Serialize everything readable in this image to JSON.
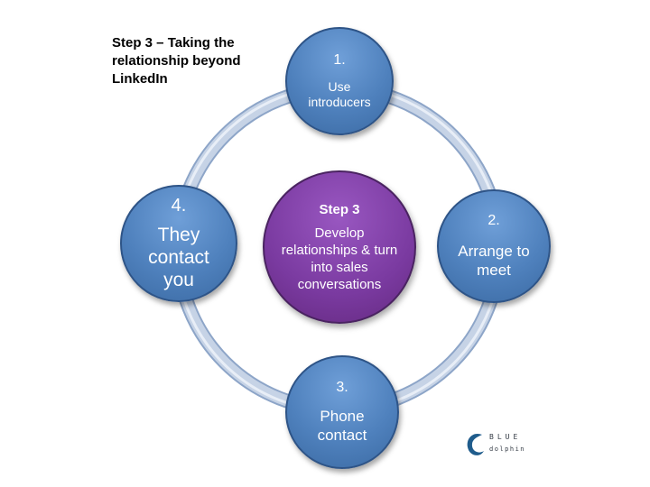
{
  "title": "Step 3 – Taking the relationship beyond LinkedIn",
  "center": {
    "title": "Step 3",
    "label": "Develop relationships & turn into sales conversations"
  },
  "nodes": [
    {
      "number": "1.",
      "label": "Use introducers"
    },
    {
      "number": "2.",
      "label": "Arrange to meet"
    },
    {
      "number": "3.",
      "label": "Phone contact"
    },
    {
      "number": "4.",
      "label": "They contact you"
    }
  ],
  "logo": {
    "word1": "BLUE",
    "word2": "dolphin"
  },
  "colors": {
    "node_fill": "#4f81bd",
    "node_border": "#2e5487",
    "center_fill": "#7a3aa0",
    "ring": "#c6d3e6",
    "ring_outline": "#8da5c8",
    "logo": "#1f5c8c"
  }
}
